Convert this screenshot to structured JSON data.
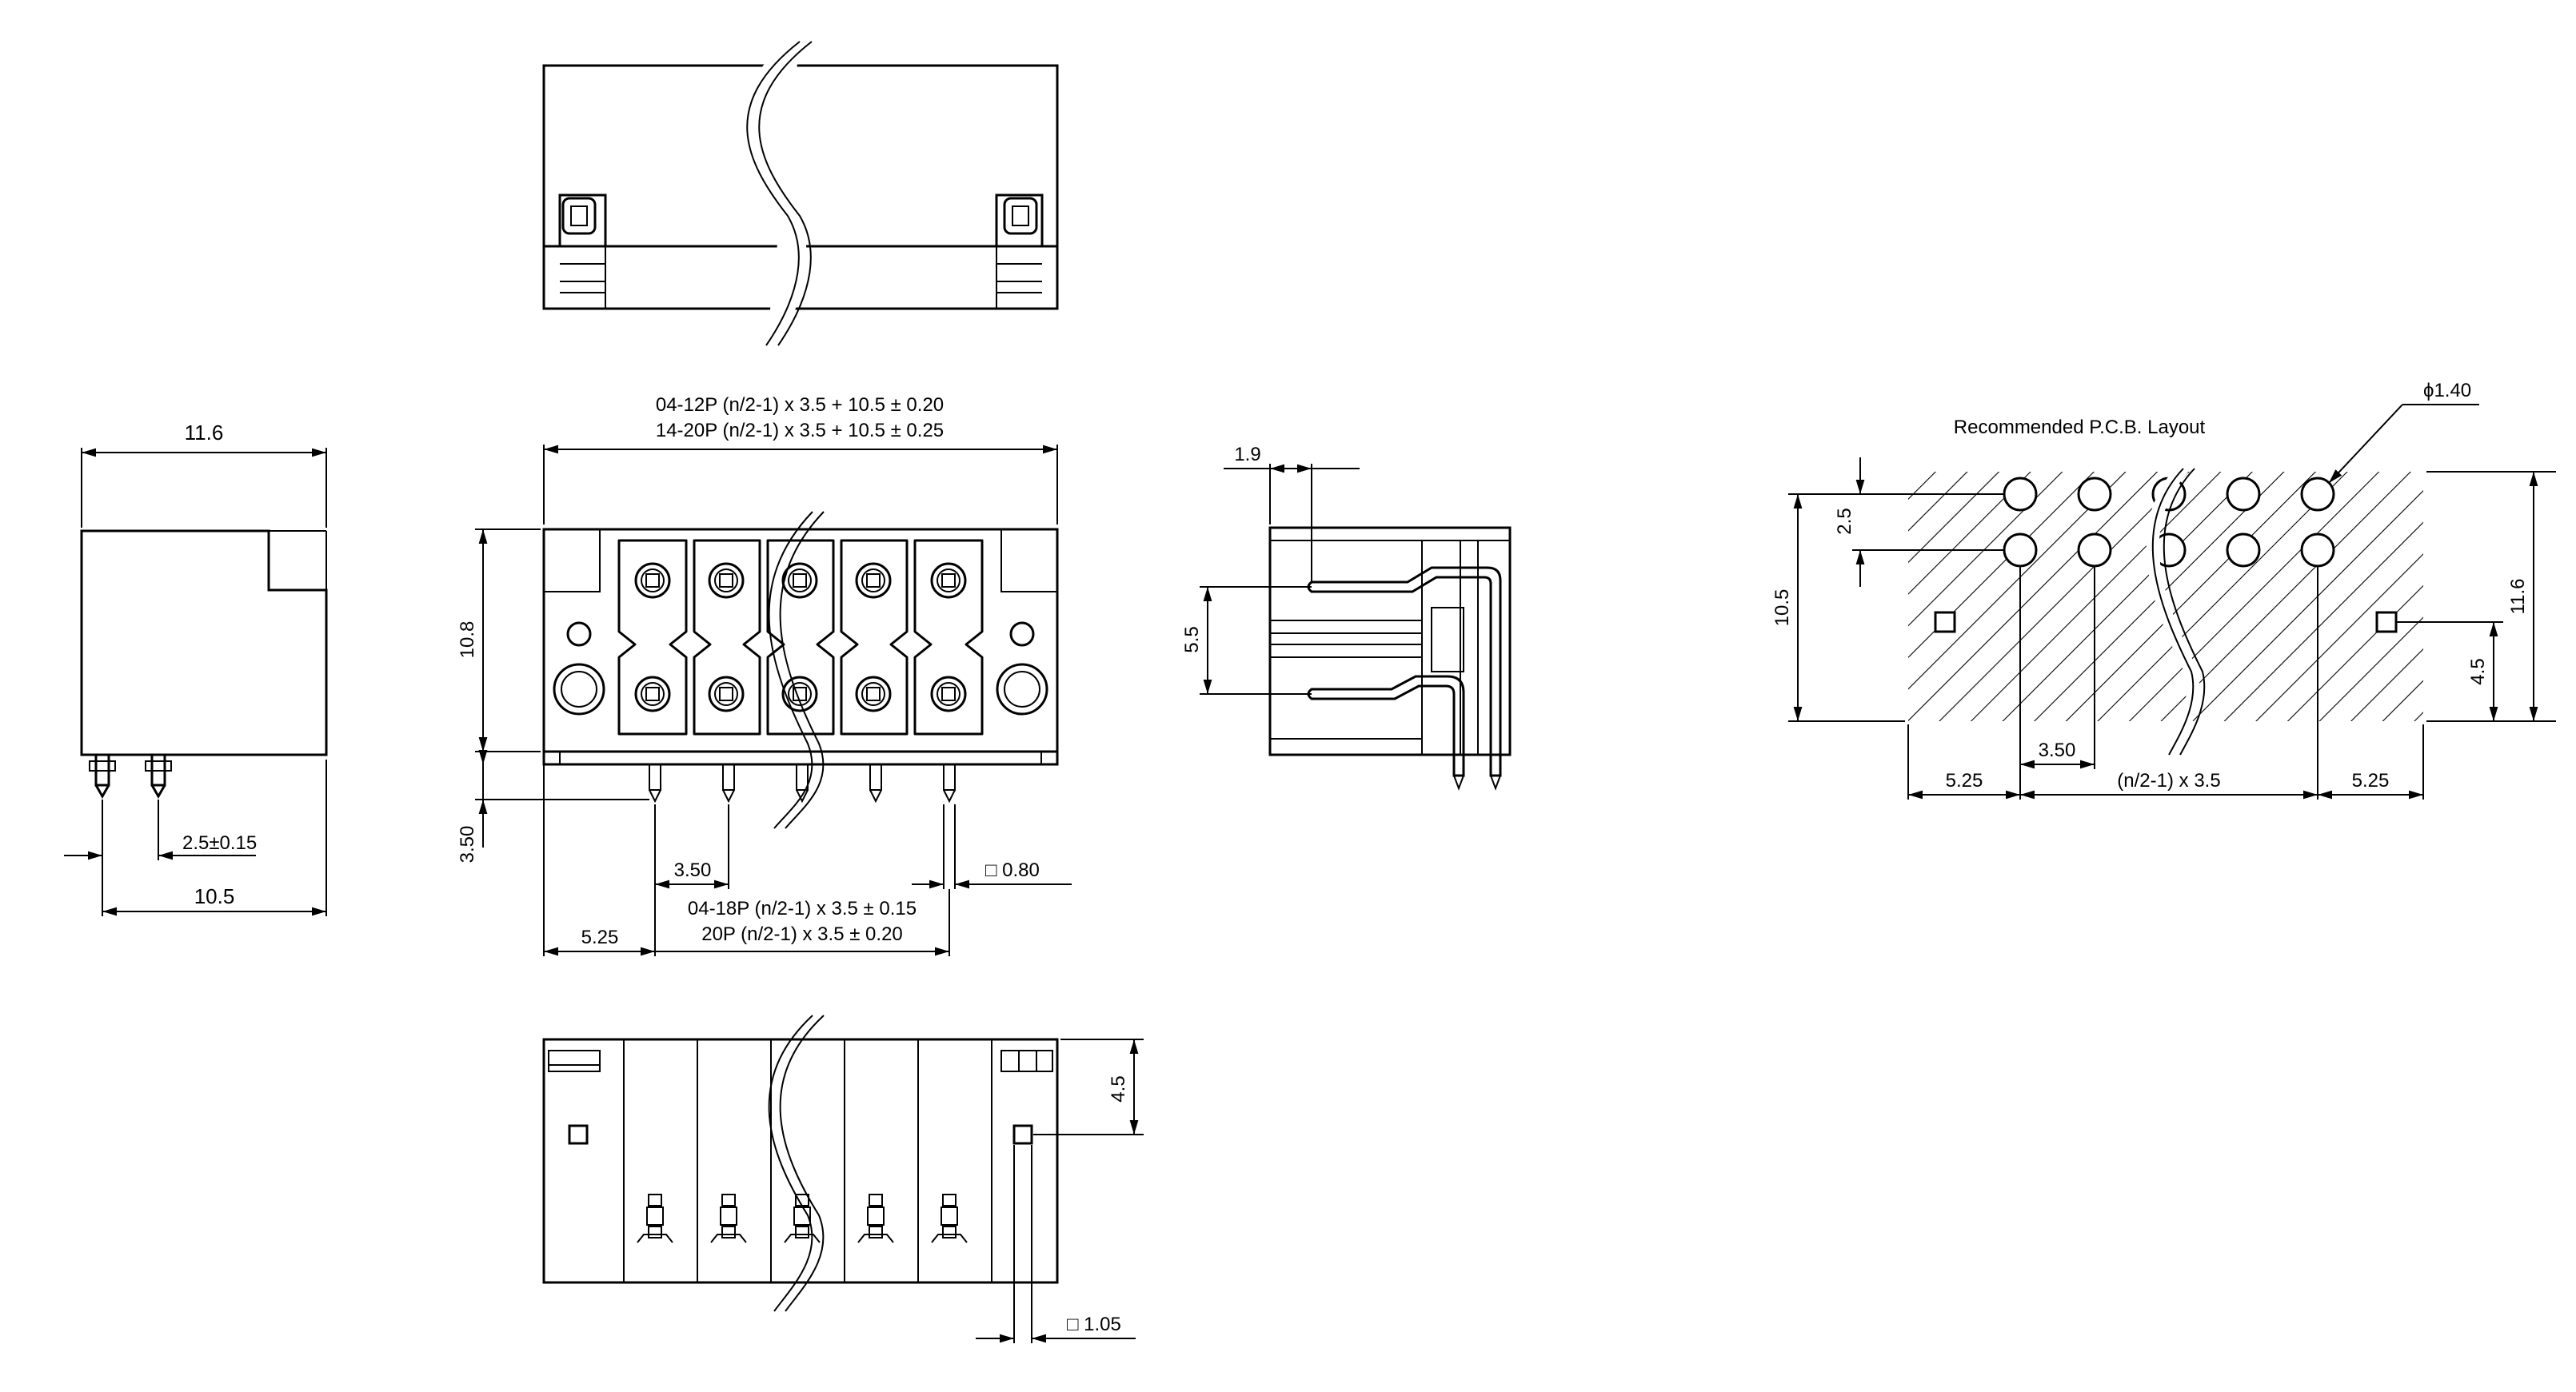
{
  "drawing": {
    "side_view": {
      "width": "11.6",
      "pin_pitch": "2.5±0.15",
      "pin_span": "10.5"
    },
    "front_view": {
      "overall_length_1": "04-12P (n/2-1) x 3.5 + 10.5 ± 0.20",
      "overall_length_2": "14-20P (n/2-1) x 3.5 + 10.5 ± 0.25",
      "height": "10.8",
      "pin_length": "3.50",
      "pitch": "3.50",
      "pin_size": "□ 0.80",
      "pin_span_1": "04-18P (n/2-1) x 3.5 ± 0.15",
      "pin_span_2": "20P (n/2-1) x 3.5 ± 0.20",
      "edge_offset": "5.25"
    },
    "section_view": {
      "top_offset": "1.9",
      "row_spacing": "5.5"
    },
    "bottom_view": {
      "peg_offset": "4.5",
      "peg_size": "□ 1.05"
    },
    "pcb_layout": {
      "title": "Recommended P.C.B. Layout",
      "hole_diameter": "ϕ1.40",
      "row_pitch": "2.5",
      "height_left": "10.5",
      "height_right": "11.6",
      "peg_offset": "4.5",
      "pitch": "3.50",
      "edge_left": "5.25",
      "hole_span": "(n/2-1) x 3.5",
      "edge_right": "5.25"
    }
  }
}
